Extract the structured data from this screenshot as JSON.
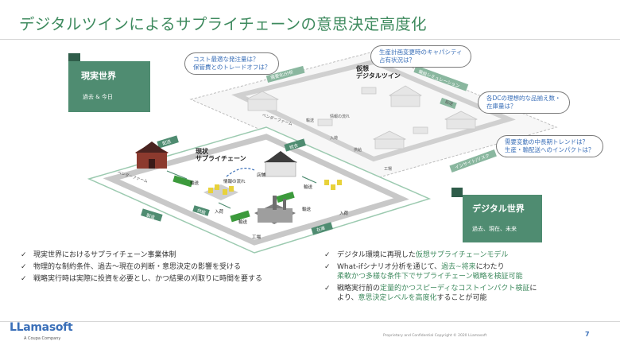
{
  "slide": {
    "title": "デジタルツインによるサプライチェーンの意思決定高度化",
    "page_number": "7",
    "footer_note": "Proprietary and Confidential  Copyright © 2020 LLamasoft",
    "logo": {
      "text": "LLamasoft",
      "sub": "A Coupa Company"
    }
  },
  "real_world": {
    "title": "現実世界",
    "subtitle": "過去 & 今日"
  },
  "digital_world": {
    "title": "デジタル世界",
    "subtitle": "過去、現在、未来"
  },
  "labels": {
    "current_sc": [
      "現状",
      "サプライチェーン"
    ],
    "virtual_dt": [
      "仮想",
      "デジタルツイン"
    ],
    "vendor_farm": "ベンダーファーム",
    "vendor_farm_dt": "ベンダーファーム",
    "inbound": "入荷",
    "shipping": "輸送",
    "info_flow": "情報の流れ",
    "info_flow_dt": "情報の流れ",
    "factory": "工場",
    "store": "店舗",
    "tag_delivery": "配送",
    "tag_production": "製造",
    "tag_supply": "供給",
    "tag_integration": "統合",
    "tag_inventory": "在庫",
    "tag_plan": "需要化/分析",
    "tag_sim": "需給シミュレーション",
    "tag_insight": "インサイト/リスク",
    "dt_inbound": "入荷",
    "dt_ship": "輸送",
    "dt_supply": "供給",
    "dt_factory": "工場"
  },
  "bubbles": [
    [
      "コスト最適な発注量は？",
      "保管費とのトレードオフは？"
    ],
    [
      "生産計画変更時のキャパシティ",
      "占有状況は？"
    ],
    [
      "各DCの理想的な品揃え数・",
      "在庫量は？"
    ],
    [
      "需要変動の中長期トレンドは？",
      "生産・輸配送へのインパクトは？"
    ]
  ],
  "left_bullets": [
    [
      {
        "t": "現実世界におけるサプライチェーン事業体制"
      }
    ],
    [
      {
        "t": "物理的な制約条件、過去～現在の判断・意思決定の影響を受ける"
      }
    ],
    [
      {
        "t": "戦略実行時は実際に投資を必要とし、かつ結果の刈取りに時間を要する"
      }
    ]
  ],
  "right_bullets": [
    [
      {
        "t": "デジタル環境に再現した"
      },
      {
        "t": "仮想サプライチェーンモデル",
        "hl": true
      }
    ],
    [
      {
        "t": "What-ifシナリオ分析を通じて、"
      },
      {
        "t": "過去~将来",
        "hl": true
      },
      {
        "t": "にわたり"
      }
    ],
    [
      {
        "t": "柔軟かつ多様な条件下で",
        "hl": true
      },
      {
        "t": "サプライチェーン戦略を検証可能",
        "hl": true
      }
    ],
    [
      {
        "t": "戦略実行前の"
      },
      {
        "t": "定量的かつスピーディなコストインパクト検証",
        "hl": true
      },
      {
        "t": "に"
      }
    ],
    [
      {
        "t": "より、"
      },
      {
        "t": "意思決定レベルを高度化",
        "hl": true
      },
      {
        "t": "することが可能"
      }
    ]
  ],
  "colors": {
    "accent": "#3e8a5e",
    "panel": "#4f8c71",
    "panel_dark": "#2f5d4a",
    "blue": "#3a6fb8",
    "truck_green": "#3c9a3c",
    "crate_yellow": "#e8d23a"
  }
}
